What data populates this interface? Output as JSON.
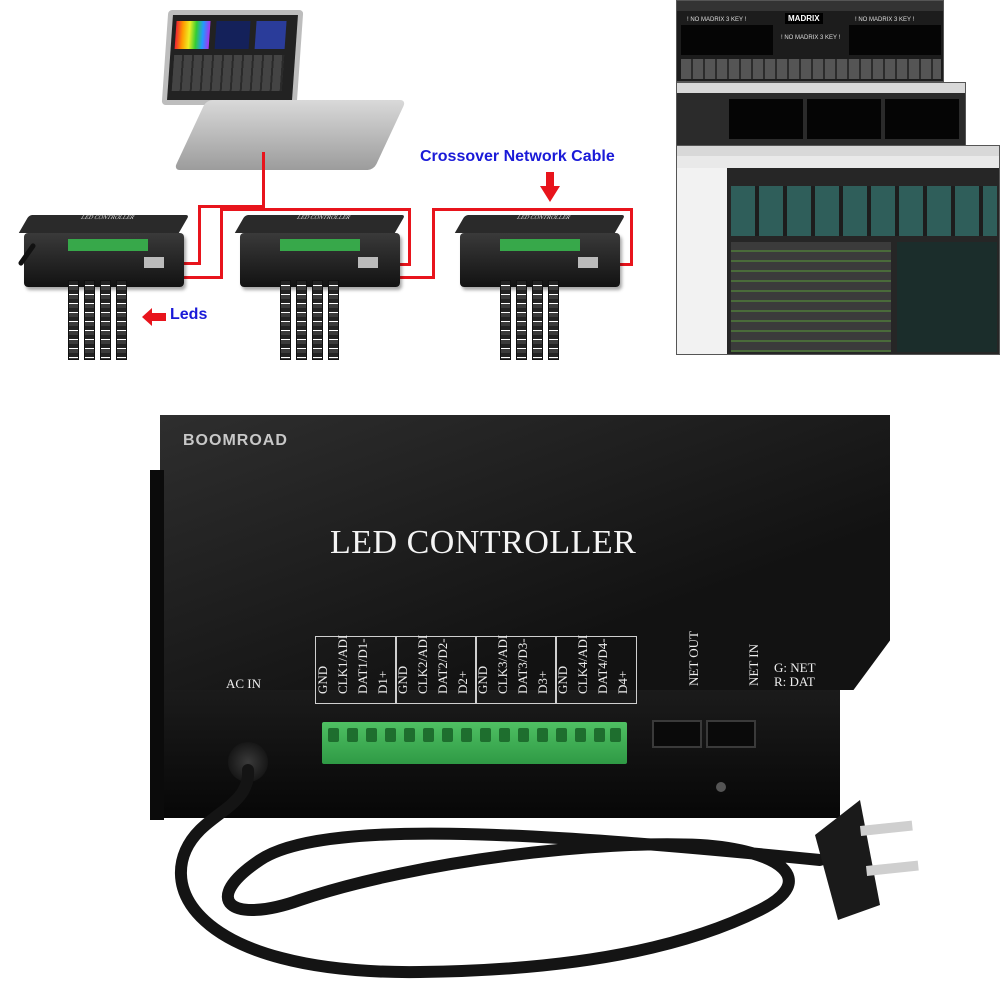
{
  "diagram": {
    "network_cable_label": "Crossover Network Cable",
    "leds_label": "Leds",
    "controller_label": "LED CONTROLLER",
    "arrow_color": "#e8141c",
    "label_color": "#1a1ad8"
  },
  "software_screens": {
    "madrix_logo": "MADRIX",
    "no_key_notice": "! NO MADRIX 3 KEY !"
  },
  "device": {
    "brand": "BOOMROAD",
    "title": "LED CONTROLLER",
    "ac_in": "AC IN",
    "groups": [
      {
        "pins": [
          "GND",
          "CLK1/ADI",
          "DAT1/D1-",
          "D1+"
        ]
      },
      {
        "pins": [
          "GND",
          "CLK2/ADI",
          "DAT2/D2-",
          "D2+"
        ]
      },
      {
        "pins": [
          "GND",
          "CLK3/ADI",
          "DAT3/D3-",
          "D3+"
        ]
      },
      {
        "pins": [
          "GND",
          "CLK4/ADI",
          "DAT4/D4-",
          "D4+"
        ]
      }
    ],
    "net_out": "NET OUT",
    "net_in": "NET IN",
    "led_legend_green": "G: NET",
    "led_legend_red": "R: DAT"
  }
}
